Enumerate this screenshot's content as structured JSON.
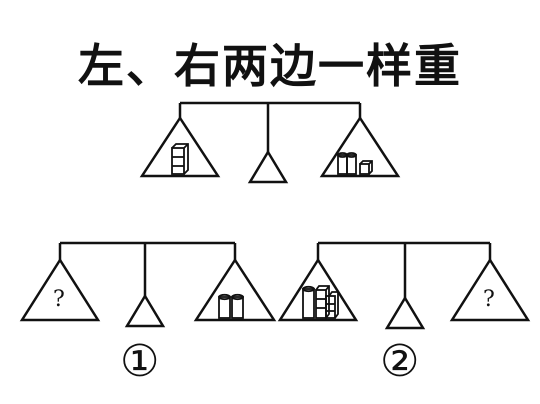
{
  "title": "左、右两边一样重",
  "labels": {
    "question_left": "?",
    "question_right": "?",
    "num1": "①",
    "num2": "②"
  },
  "colors": {
    "ink": "#111111",
    "background": "#ffffff"
  },
  "scales": [
    {
      "id": "example",
      "left_contents": "cube-stack-icon",
      "right_contents": "cylinders-and-cube-icon"
    },
    {
      "id": "problem-1",
      "left_contents": "?",
      "right_contents": "two-cylinders-icon"
    },
    {
      "id": "problem-2",
      "left_contents": "cube-stack-and-cylinder-icon",
      "right_contents": "?"
    }
  ]
}
